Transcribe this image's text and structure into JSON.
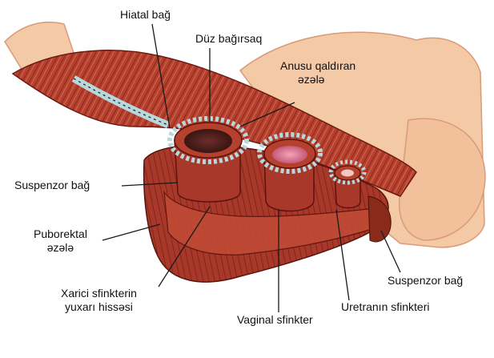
{
  "colors": {
    "muscle": "#b5402e",
    "muscle_dark": "#7a1f14",
    "muscle_light": "#d9735c",
    "skin": "#f4c9a6",
    "skin_edge": "#d99a78",
    "vagina_inner": "#d7728c",
    "ligament": "#b8d7dc",
    "leader": "#1a1a1a"
  },
  "labels": {
    "hiatal": "Hiatal bağ",
    "rectum": "Düz bağırsaq",
    "levator_line1": "Anusu qaldıran",
    "levator_line2": "əzələ",
    "suspensory_left": "Suspenzor bağ",
    "puborectal_line1": "Puborektal",
    "puborectal_line2": "əzələ",
    "external_line1": "Xarici sfinkterin",
    "external_line2": "yuxarı hissəsi",
    "vaginal": "Vaginal sfinkter",
    "urethral": "Uretranın sfinkteri",
    "suspensory_right": "Suspenzor bağ"
  }
}
